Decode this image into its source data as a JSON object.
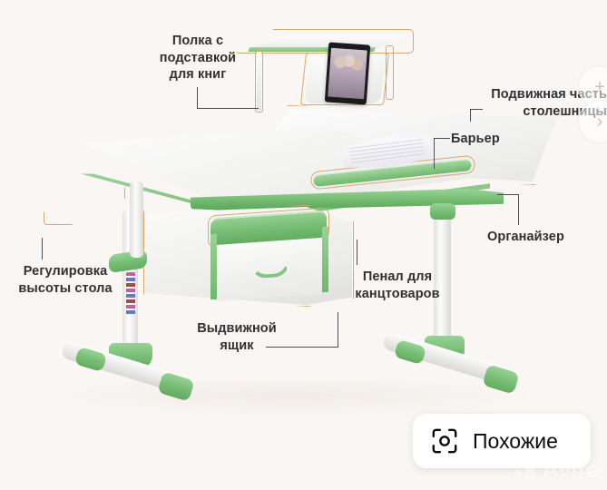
{
  "viewer": {
    "background_color": "#faf6f3",
    "alt": "Детский растущий стол с надстройкой — схема с выносками"
  },
  "callouts": [
    {
      "id": "shelf",
      "text": "Полка с\nподставкой\nдля книг"
    },
    {
      "id": "movable-top",
      "text": "Подвижная часть\nстолешницы"
    },
    {
      "id": "barrier",
      "text": "Барьер"
    },
    {
      "id": "organizer",
      "text": "Органайзер"
    },
    {
      "id": "pencil-case",
      "text": "Пенал для\nканцтоваров"
    },
    {
      "id": "drawer",
      "text": "Выдвижной\nящик"
    },
    {
      "id": "height-adjust",
      "text": "Регулировка\nвысоты стола"
    }
  ],
  "overlay": {
    "similar_button": {
      "label": "Похожие",
      "icon": "scan-lens-icon",
      "background": "#ffffff",
      "text_color": "#0a0a0a"
    },
    "zoom_in": "+",
    "next_image": "›"
  },
  "watermark": {
    "text": "Avito",
    "icon": "avito-dots-logo"
  },
  "palette": {
    "background": "#faf6f3",
    "desk_white": "#f4f4f2",
    "accent_green": "#7cbe7a",
    "outline_tan": "#d7a86b",
    "label_text": "#2e3033",
    "leader_line": "#4a4d52"
  }
}
